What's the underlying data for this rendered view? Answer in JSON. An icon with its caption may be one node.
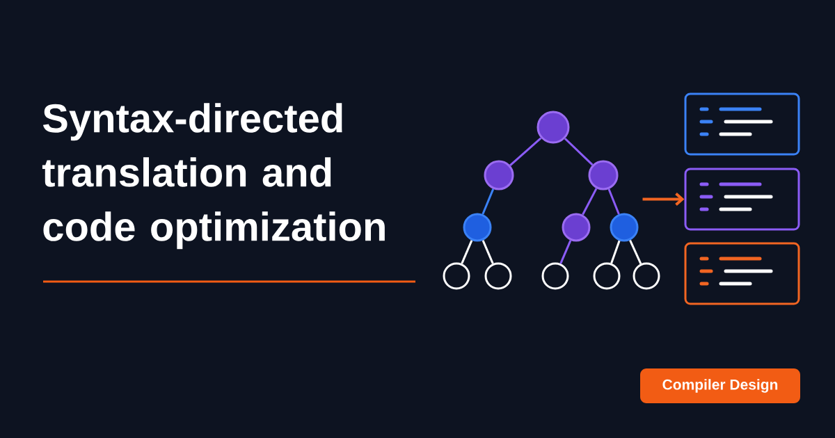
{
  "diagram": {
    "title": "Syntax-directed translation and code optimization",
    "nodes": [
      {
        "text": [],
        "shape": "circle"
      },
      {
        "text": [],
        "shape": "circle"
      },
      {
        "text": [],
        "shape": "circle"
      },
      {
        "text": [],
        "shape": "circle"
      },
      {
        "text": [],
        "shape": "circle"
      },
      {
        "text": [],
        "shape": "circle"
      },
      {
        "text": [],
        "shape": "circle"
      },
      {
        "text": [],
        "shape": "circle"
      },
      {
        "text": [],
        "shape": "circle"
      },
      {
        "text": [],
        "shape": "circle"
      },
      {
        "text": [],
        "shape": "circle"
      },
      {
        "text": [],
        "shape": "box"
      },
      {
        "text": [],
        "shape": "box"
      },
      {
        "text": [],
        "shape": "box"
      },
      {
        "text": [
          "Compiler Design"
        ]
      }
    ],
    "edges": [
      {
        "from": 0,
        "to": 1,
        "arrow": "none"
      },
      {
        "from": 0,
        "to": 2,
        "arrow": "none"
      },
      {
        "from": 1,
        "to": 3,
        "arrow": "none",
        "color": "#3b82f6"
      },
      {
        "from": 2,
        "to": 4,
        "arrow": "none"
      },
      {
        "from": 2,
        "to": 5,
        "arrow": "none"
      },
      {
        "from": 3,
        "to": 6,
        "arrow": "none",
        "color": "#ffffff"
      },
      {
        "from": 3,
        "to": 7,
        "arrow": "none",
        "color": "#ffffff"
      },
      {
        "from": 4,
        "to": 8,
        "arrow": "none"
      },
      {
        "from": 5,
        "to": 9,
        "arrow": "none",
        "color": "#ffffff"
      },
      {
        "from": 5,
        "to": 10,
        "arrow": "none",
        "color": "#ffffff"
      },
      {
        "from": null,
        "to": 12,
        "arrow": "to",
        "color": "#f26522"
      }
    ]
  }
}
